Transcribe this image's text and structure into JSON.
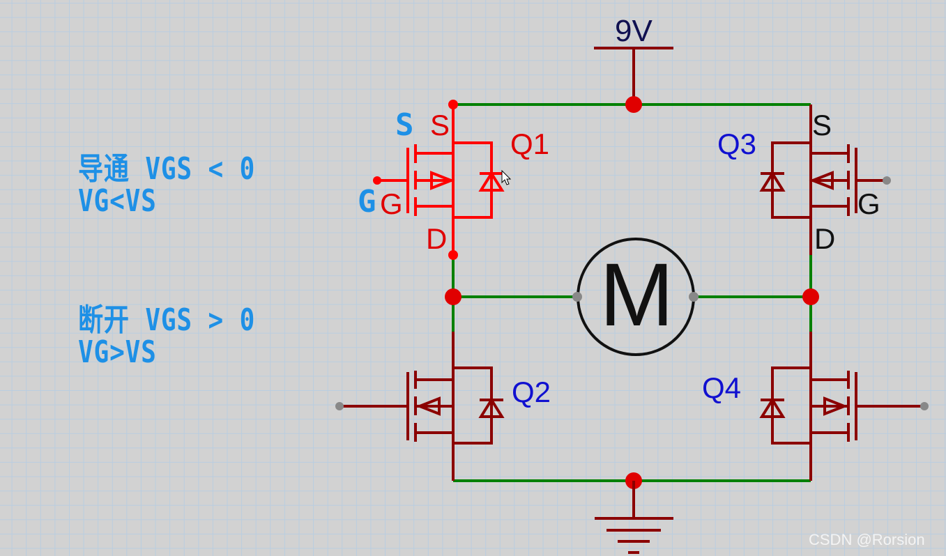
{
  "notes": {
    "on_line1": "导通 VGS < 0",
    "on_line2": "VG<VS",
    "off_line1": "断开 VGS > 0",
    "off_line2": "VG>VS",
    "pin_s": "S",
    "pin_g": "G"
  },
  "supply": {
    "label": "9V"
  },
  "motor": {
    "label": "M"
  },
  "transistors": {
    "q1": {
      "name": "Q1",
      "s": "S",
      "g": "G",
      "d": "D"
    },
    "q2": {
      "name": "Q2"
    },
    "q3": {
      "name": "Q3",
      "s": "S",
      "g": "G",
      "d": "D"
    },
    "q4": {
      "name": "Q4"
    }
  },
  "watermark": "CSDN @Rorsion",
  "colors": {
    "wire": "#008000",
    "active": "#ff0000",
    "component": "#8b0000",
    "note": "#1e90e6",
    "node": "#e00000"
  }
}
